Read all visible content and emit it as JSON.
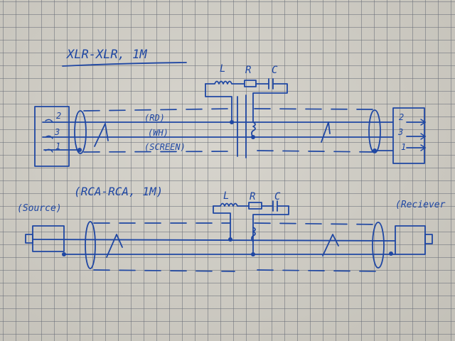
{
  "colors": {
    "ink": "#1f47a3",
    "paper": "#cfccc3",
    "grid": "#6a6e78"
  },
  "title": "XLR-XLR, 1M",
  "xlr": {
    "lrc": {
      "l": "L",
      "r": "R",
      "c": "C"
    },
    "left_pins": {
      "p2": "2",
      "p3": "3",
      "p1": "1"
    },
    "right_pins": {
      "p2": "2",
      "p3": "3",
      "p1": "1"
    },
    "wires": {
      "rd": "(RD)",
      "wh": "(WH)",
      "screen": "(SCREEN)"
    }
  },
  "rca": {
    "title": "(RCA-RCA, 1M)",
    "source": "(Source)",
    "receiver": "(Reciever",
    "lrc": {
      "l": "L",
      "r": "R",
      "c": "C"
    }
  }
}
